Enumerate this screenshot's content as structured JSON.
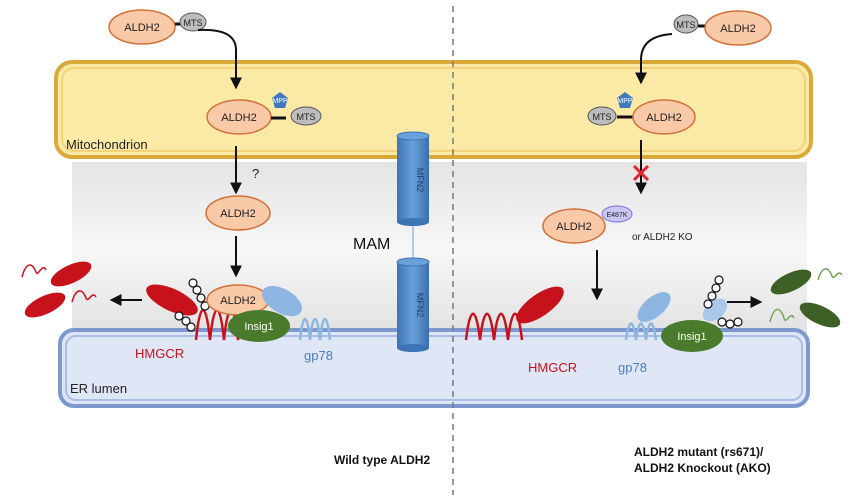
{
  "labels": {
    "aldh2": "ALDH2",
    "mts": "MTS",
    "mpp": "MPP",
    "question": "?",
    "mitochondrion": "Mitochondrion",
    "mam": "MAM",
    "mfn2": "MFN2",
    "e487k": "E487K",
    "or_ko": "or ALDH2 KO",
    "insig1": "Insig1",
    "hmgcr": "HMGCR",
    "gp78": "gp78",
    "er_lumen": "ER lumen",
    "wild_type": "Wild type ALDH2",
    "mutant_line1": "ALDH2 mutant (rs671)/",
    "mutant_line2": "ALDH2 Knockout (AKO)"
  },
  "colors": {
    "aldh2_fill": "#f9c9a8",
    "aldh2_stroke": "#d2703a",
    "mts_fill": "#bdbdbd",
    "mpp_fill": "#3f78c0",
    "mito_fill": "#fbeaa6",
    "mito_stroke": "#d9a93a",
    "er_fill": "#dfe6f6",
    "er_stroke": "#7d98cf",
    "mfn2_fill": "#5b92cf",
    "hmgcr_red": "#c8121b",
    "gp78_blue": "#8eb6e3",
    "insig1_green": "#4a7a2c",
    "degraded_green": "#3d6027",
    "inhibit_x": "#e4262b"
  }
}
